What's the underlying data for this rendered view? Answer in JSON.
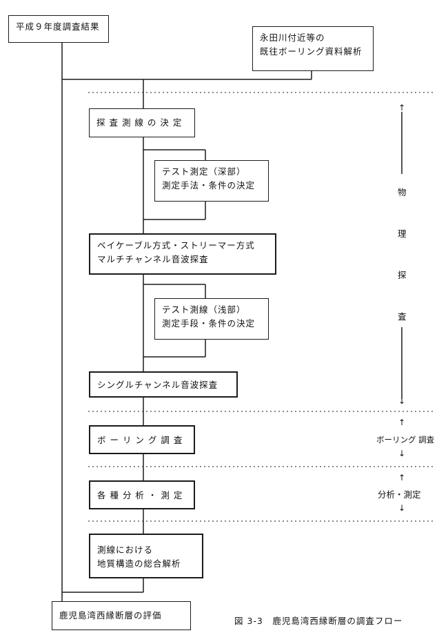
{
  "nodes": {
    "start": "平成９年度調査結果",
    "existing_boring": [
      "永田川付近等の",
      "既往ボーリング資料解析"
    ],
    "survey_line": "探 査 測 線 の 決 定",
    "test_deep": [
      "テスト測定（深部）",
      "測定手法・条件の決定"
    ],
    "multichannel": [
      "ベイケーブル方式・ストリーマー方式",
      "マルチチャンネル音波探査"
    ],
    "test_shallow": [
      "テスト測線（浅部）",
      "測定手段・条件の決定"
    ],
    "singlechannel": "シングルチャンネル音波探査",
    "boring": "ボ ー リ ン グ 調 査",
    "analysis": "各 種 分 析 ・ 測 定",
    "synthesis": [
      "測線における",
      "地質構造の総合解析"
    ],
    "evaluation": "鹿児島湾西縁断層の評価"
  },
  "phases": {
    "physical": [
      "物",
      "理",
      "探",
      "査"
    ],
    "boring_label": "ボーリング 調査",
    "analysis_label": "分析・測定"
  },
  "caption": "図 3-3　鹿児島湾西縁断層の調査フロー"
}
